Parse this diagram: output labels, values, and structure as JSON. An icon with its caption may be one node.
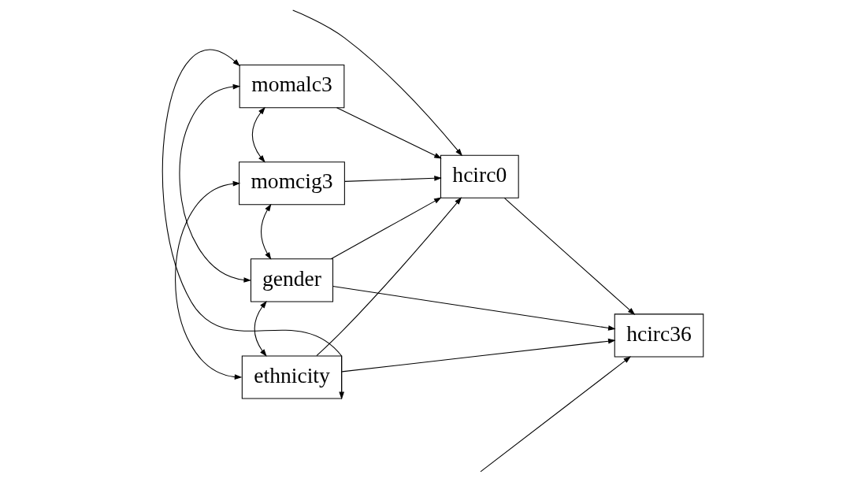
{
  "diagram": {
    "nodes": [
      {
        "text": [
          "momalc3"
        ]
      },
      {
        "text": [
          "momcig3"
        ]
      },
      {
        "text": [
          "gender"
        ]
      },
      {
        "text": [
          "ethnicity"
        ]
      },
      {
        "text": [
          "hcirc0"
        ]
      },
      {
        "text": [
          "hcirc36"
        ]
      }
    ],
    "edges": [
      {
        "from": 0,
        "to": 1,
        "arrow": "both"
      },
      {
        "from": 0,
        "to": 2,
        "arrow": "both"
      },
      {
        "from": 0,
        "to": 3,
        "arrow": "both"
      },
      {
        "from": 1,
        "to": 2,
        "arrow": "both"
      },
      {
        "from": 1,
        "to": 3,
        "arrow": "both"
      },
      {
        "from": 2,
        "to": 3,
        "arrow": "both"
      },
      {
        "from": 0,
        "to": 4,
        "arrow": "to"
      },
      {
        "from": 1,
        "to": 4,
        "arrow": "to"
      },
      {
        "from": 2,
        "to": 4,
        "arrow": "to"
      },
      {
        "from": 2,
        "to": 5,
        "arrow": "to"
      },
      {
        "from": 3,
        "to": 4,
        "arrow": "to"
      },
      {
        "from": 3,
        "to": 5,
        "arrow": "to"
      },
      {
        "from": 4,
        "to": 5,
        "arrow": "to"
      },
      {
        "from": null,
        "to": 4,
        "arrow": "to"
      },
      {
        "from": null,
        "to": 5,
        "arrow": "to"
      }
    ]
  }
}
